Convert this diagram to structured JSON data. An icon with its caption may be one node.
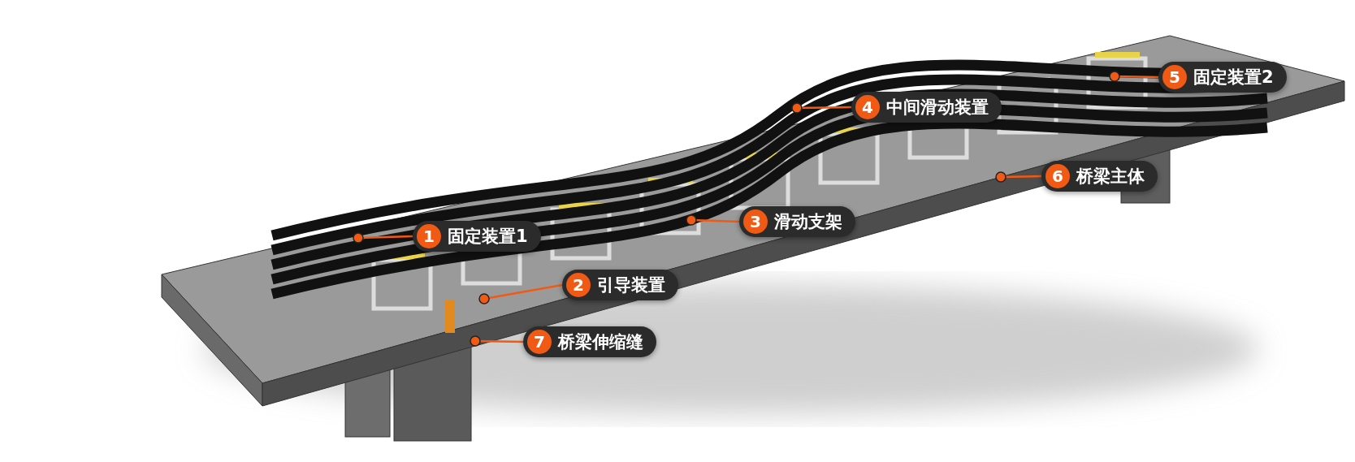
{
  "diagram": {
    "nodes": [
      {
        "text": [
          "1",
          "固定装置1"
        ]
      },
      {
        "text": [
          "2",
          "引导装置"
        ]
      },
      {
        "text": [
          "3",
          "滑动支架"
        ]
      },
      {
        "text": [
          "4",
          "中间滑动装置"
        ]
      },
      {
        "text": [
          "5",
          "固定装置2"
        ]
      },
      {
        "text": [
          "6",
          "桥梁主体"
        ]
      },
      {
        "text": [
          "7",
          "桥梁伸缩缝"
        ]
      }
    ],
    "edges": [
      {
        "from": 0,
        "to": null,
        "arrow": "other"
      },
      {
        "from": 1,
        "to": null,
        "arrow": "other"
      },
      {
        "from": 2,
        "to": null,
        "arrow": "other"
      },
      {
        "from": 3,
        "to": null,
        "arrow": "other"
      },
      {
        "from": 4,
        "to": null,
        "arrow": "other"
      },
      {
        "from": 5,
        "to": null,
        "arrow": "other"
      },
      {
        "from": 6,
        "to": null,
        "arrow": "other"
      }
    ]
  }
}
